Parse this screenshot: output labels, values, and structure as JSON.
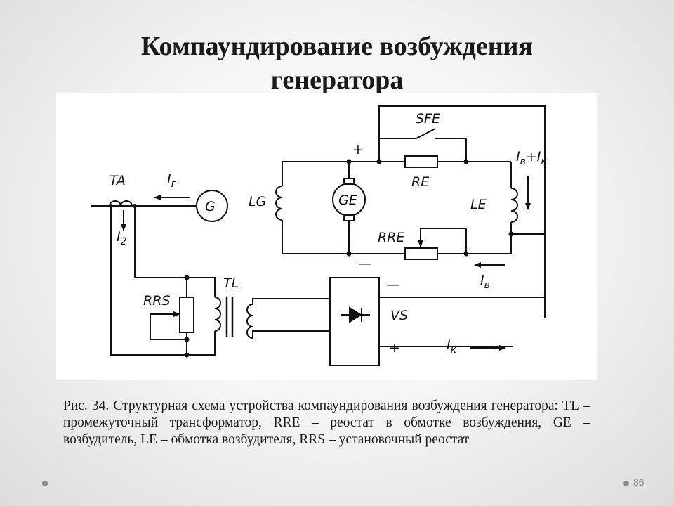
{
  "slide": {
    "title_line1": "Компаундирование возбуждения",
    "title_line2": "генератора",
    "caption": "Рис. 34. Структурная схема устройства компаундирования возбуждения генератора: TL – промежуточный трансформатор, RRE – реостат в обмотке возбуждения, GE –возбудитель, LE – обмотка возбудителя, RRS – установочный реостат",
    "page_number": "86"
  },
  "diagram": {
    "labels": {
      "ta": "TA",
      "ig": "I",
      "ig_sub": "г",
      "g": "G",
      "i2": "I",
      "i2_sub": "2",
      "lg": "LG",
      "ge": "GE",
      "plus_top": "+",
      "sfe": "SFE",
      "re": "RE",
      "ib_ik": "I",
      "ib_ik_sub1": "в",
      "ib_ik_plus": "+I",
      "ib_ik_sub2": "к",
      "le": "LE",
      "rre": "RRE",
      "minus_left": "—",
      "ib": "I",
      "ib_sub": "в",
      "tl": "TL",
      "rrs": "RRS",
      "minus_vs": "—",
      "vs": "VS",
      "plus_vs": "+",
      "ik": "I",
      "ik_sub": "к"
    }
  }
}
